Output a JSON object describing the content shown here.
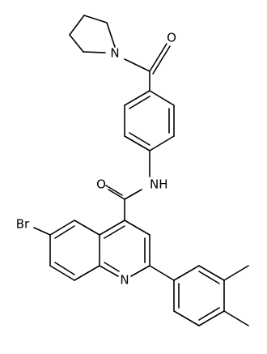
{
  "molecule": {
    "atom_labels": {
      "ring_nitrogen": "N",
      "amide_carbonyl_oxygen": "O",
      "amide_nh": "NH",
      "pyrrolidine_nitrogen": "N",
      "ketone_oxygen": "O",
      "bromine": "Br"
    }
  }
}
